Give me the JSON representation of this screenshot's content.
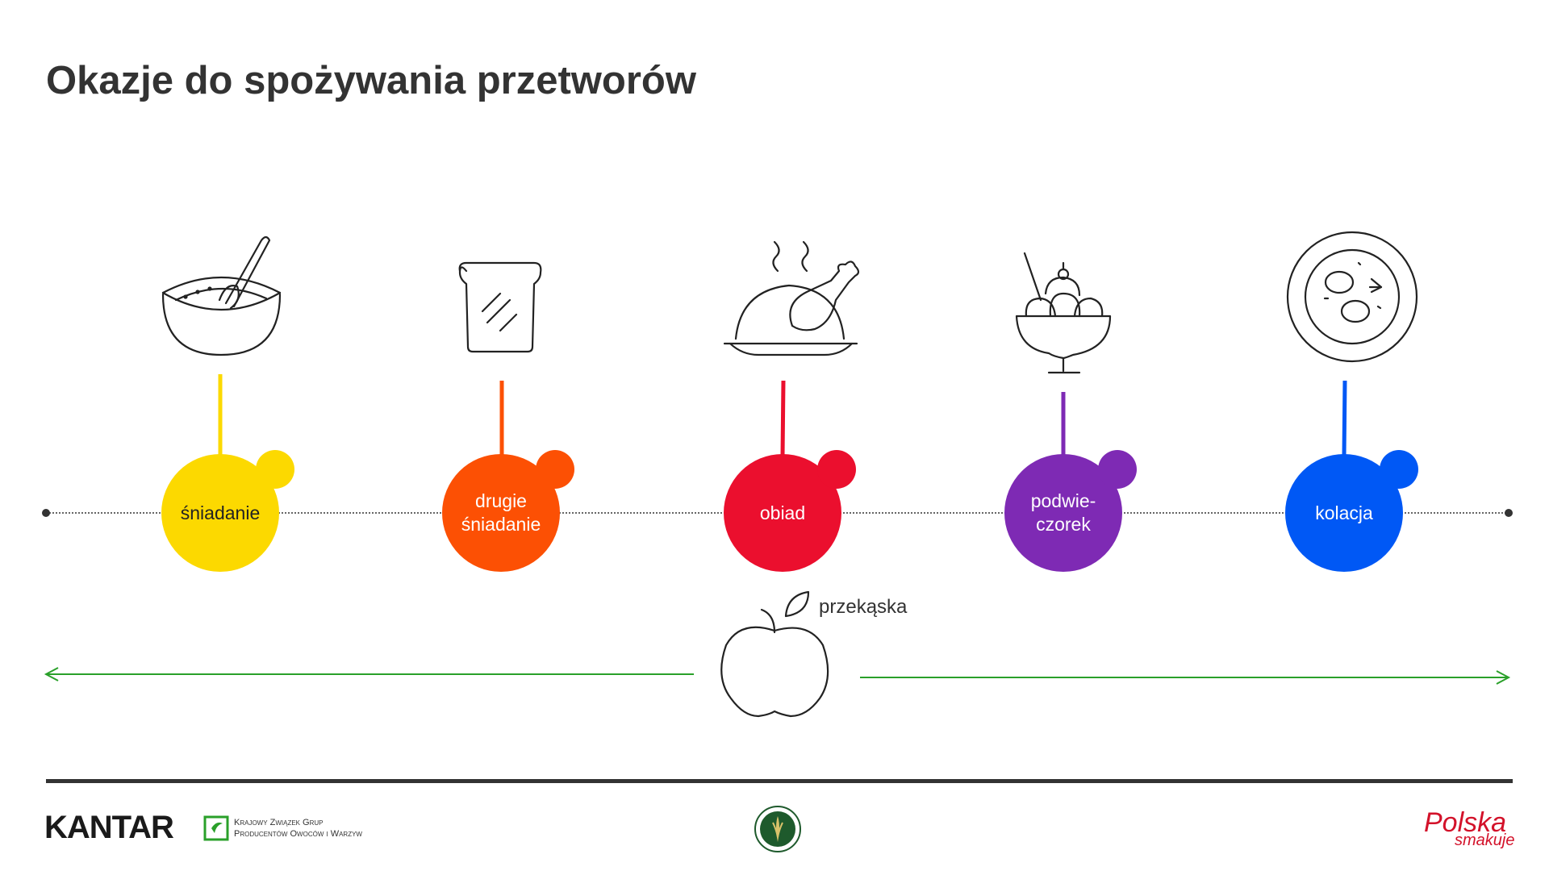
{
  "title": "Okazje do spożywania przetworów",
  "colors": {
    "title": "#333333",
    "snack_arrow": "#2aa02a",
    "timeline_dots": "#333333",
    "footer_rule": "#333333",
    "polska_brand": "#d3122a",
    "kzgpow_brand": "#2aa02a",
    "seal_green": "#1e5a2c"
  },
  "occasions": [
    {
      "label_lines": [
        "śniadanie"
      ],
      "color": "#fcd900",
      "text_color": "#222222",
      "icon": "bowl-with-spoon-icon"
    },
    {
      "label_lines": [
        "drugie",
        "śniadanie"
      ],
      "color": "#fc5004",
      "text_color": "#ffffff",
      "icon": "toast-icon"
    },
    {
      "label_lines": [
        "obiad"
      ],
      "color": "#eb0f2e",
      "text_color": "#ffffff",
      "icon": "roast-chicken-icon"
    },
    {
      "label_lines": [
        "podwie-",
        "czorek"
      ],
      "color": "#7e2ab4",
      "text_color": "#ffffff",
      "icon": "ice-cream-sundae-icon"
    },
    {
      "label_lines": [
        "kolacja"
      ],
      "color": "#0058f5",
      "text_color": "#ffffff",
      "icon": "plate-with-eggs-icon"
    }
  ],
  "snack": {
    "label": "przekąska",
    "icon": "apple-icon"
  },
  "footer": {
    "kantar": "KANTAR",
    "kzgpow_line1": "Krajowy Związek Grup",
    "kzgpow_line2": "Producentów Owoców i Warzyw",
    "polska_line1": "Polska",
    "polska_line2": "smakuje",
    "seal_icon": "ministry-of-agriculture-seal-icon"
  }
}
